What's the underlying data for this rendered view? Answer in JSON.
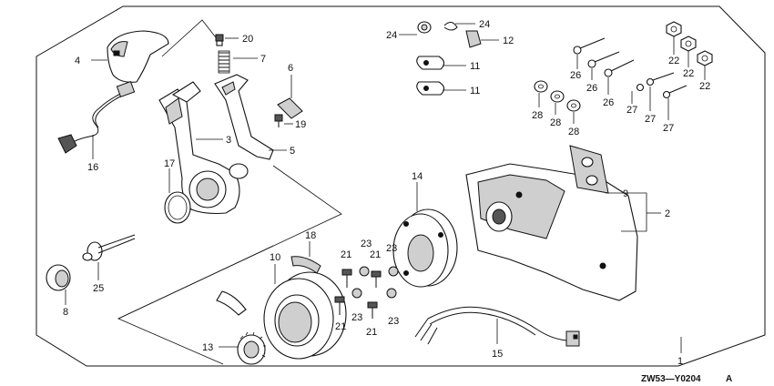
{
  "diagram": {
    "code": "ZW53—Y0204",
    "code_suffix": "A"
  },
  "callouts": {
    "c1": "1",
    "c2": "2",
    "c3": "3",
    "c4": "4",
    "c5": "5",
    "c6": "6",
    "c7": "7",
    "c8": "8",
    "c9": "9",
    "c10": "10",
    "c11a": "11",
    "c11b": "11",
    "c12": "12",
    "c13": "13",
    "c14": "14",
    "c15": "15",
    "c16": "16",
    "c17": "17",
    "c18": "18",
    "c19": "19",
    "c20": "20",
    "c21a": "21",
    "c21b": "21",
    "c21c": "21",
    "c23a": "23",
    "c23b": "23",
    "c23c": "23",
    "c23d": "23",
    "c22a": "22",
    "c22b": "22",
    "c22c": "22",
    "c24a": "24",
    "c24b": "24",
    "c25": "25",
    "c26a": "26",
    "c26b": "26",
    "c26c": "26",
    "c27a": "27",
    "c27b": "27",
    "c27c": "27",
    "c28a": "28",
    "c28b": "28",
    "c28c": "28"
  }
}
